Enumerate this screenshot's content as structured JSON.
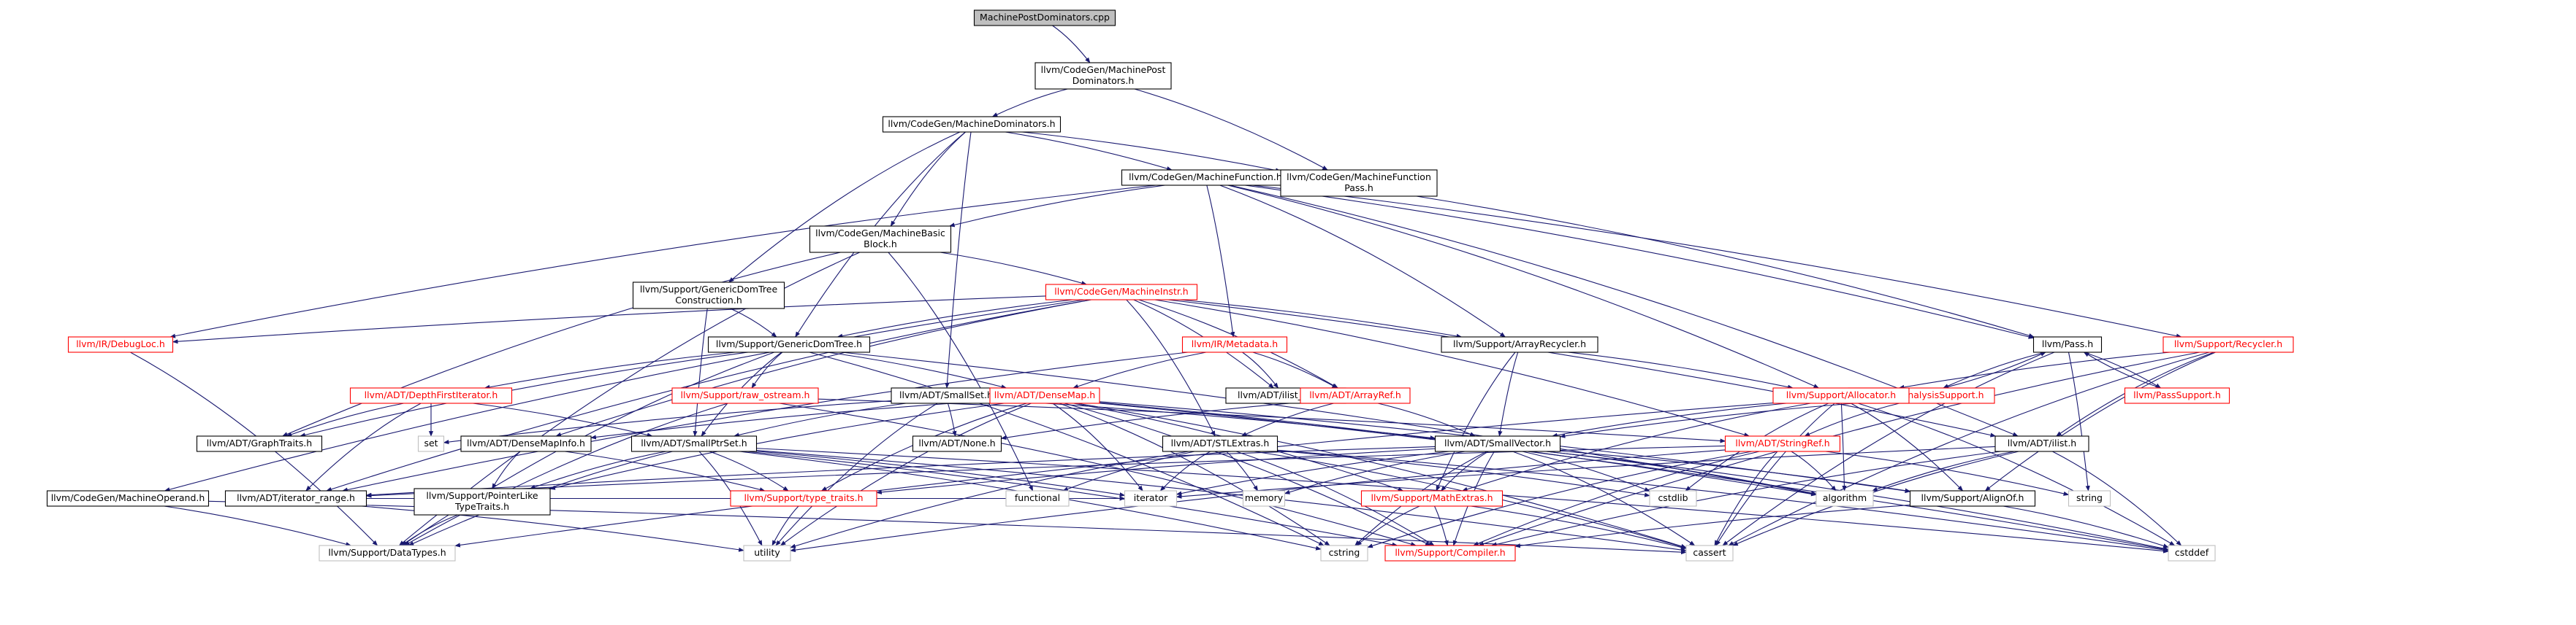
{
  "colors": {
    "normal_border": "#000000",
    "missing_border": "#ff0000",
    "normal_text": "#000000",
    "missing_text": "#ff0000",
    "root_fill": "#bfbfbf",
    "node_fill": "#ffffff",
    "edge": "#191970",
    "system_border": "#bfbfbf"
  },
  "nodes": [
    {
      "id": "root",
      "lines": [
        "MachinePostDominators.cpp"
      ],
      "kind": "root"
    },
    {
      "id": "mpd",
      "lines": [
        "llvm/CodeGen/MachinePost",
        "Dominators.h"
      ],
      "kind": "normal"
    },
    {
      "id": "md",
      "lines": [
        "llvm/CodeGen/MachineDominators.h"
      ],
      "kind": "normal"
    },
    {
      "id": "mf",
      "lines": [
        "llvm/CodeGen/MachineFunction.h"
      ],
      "kind": "normal"
    },
    {
      "id": "mfp",
      "lines": [
        "llvm/CodeGen/MachineFunction",
        "Pass.h"
      ],
      "kind": "normal"
    },
    {
      "id": "mbb",
      "lines": [
        "llvm/CodeGen/MachineBasic",
        "Block.h"
      ],
      "kind": "normal"
    },
    {
      "id": "gdtc",
      "lines": [
        "llvm/Support/GenericDomTree",
        "Construction.h"
      ],
      "kind": "normal"
    },
    {
      "id": "mi",
      "lines": [
        "llvm/CodeGen/MachineInstr.h"
      ],
      "kind": "missing"
    },
    {
      "id": "pass",
      "lines": [
        "llvm/Pass.h"
      ],
      "kind": "normal"
    },
    {
      "id": "recycler",
      "lines": [
        "llvm/Support/Recycler.h"
      ],
      "kind": "missing"
    },
    {
      "id": "debugloc",
      "lines": [
        "llvm/IR/DebugLoc.h"
      ],
      "kind": "missing"
    },
    {
      "id": "gdt",
      "lines": [
        "llvm/Support/GenericDomTree.h"
      ],
      "kind": "normal"
    },
    {
      "id": "metadata",
      "lines": [
        "llvm/IR/Metadata.h"
      ],
      "kind": "missing"
    },
    {
      "id": "arrayrecycler",
      "lines": [
        "llvm/Support/ArrayRecycler.h"
      ],
      "kind": "normal"
    },
    {
      "id": "pas",
      "lines": [
        "llvm/PassAnalysisSupport.h"
      ],
      "kind": "missing"
    },
    {
      "id": "passsupport",
      "lines": [
        "llvm/PassSupport.h"
      ],
      "kind": "missing"
    },
    {
      "id": "dfi",
      "lines": [
        "llvm/ADT/DepthFirstIterator.h"
      ],
      "kind": "missing"
    },
    {
      "id": "rawos",
      "lines": [
        "llvm/Support/raw_ostream.h"
      ],
      "kind": "missing"
    },
    {
      "id": "smallset",
      "lines": [
        "llvm/ADT/SmallSet.h"
      ],
      "kind": "normal"
    },
    {
      "id": "densemap",
      "lines": [
        "llvm/ADT/DenseMap.h"
      ],
      "kind": "missing"
    },
    {
      "id": "ilistnode",
      "lines": [
        "llvm/ADT/ilist_node.h"
      ],
      "kind": "normal"
    },
    {
      "id": "arrayref",
      "lines": [
        "llvm/ADT/ArrayRef.h"
      ],
      "kind": "missing"
    },
    {
      "id": "allocator",
      "lines": [
        "llvm/Support/Allocator.h"
      ],
      "kind": "missing"
    },
    {
      "id": "graphtraits",
      "lines": [
        "llvm/ADT/GraphTraits.h"
      ],
      "kind": "normal"
    },
    {
      "id": "set",
      "lines": [
        "set"
      ],
      "kind": "system"
    },
    {
      "id": "smallptrset",
      "lines": [
        "llvm/ADT/SmallPtrSet.h"
      ],
      "kind": "normal"
    },
    {
      "id": "densemapinfo",
      "lines": [
        "llvm/ADT/DenseMapInfo.h"
      ],
      "kind": "normal"
    },
    {
      "id": "none",
      "lines": [
        "llvm/ADT/None.h"
      ],
      "kind": "normal"
    },
    {
      "id": "stlextras",
      "lines": [
        "llvm/ADT/STLExtras.h"
      ],
      "kind": "normal"
    },
    {
      "id": "smallvector",
      "lines": [
        "llvm/ADT/SmallVector.h"
      ],
      "kind": "normal"
    },
    {
      "id": "stringref",
      "lines": [
        "llvm/ADT/StringRef.h"
      ],
      "kind": "missing"
    },
    {
      "id": "ilist",
      "lines": [
        "llvm/ADT/ilist.h"
      ],
      "kind": "normal"
    },
    {
      "id": "mo",
      "lines": [
        "llvm/CodeGen/MachineOperand.h"
      ],
      "kind": "normal"
    },
    {
      "id": "iterrange",
      "lines": [
        "llvm/ADT/iterator_range.h"
      ],
      "kind": "normal"
    },
    {
      "id": "plt",
      "lines": [
        "llvm/Support/PointerLike",
        "TypeTraits.h"
      ],
      "kind": "normal"
    },
    {
      "id": "typetraits",
      "lines": [
        "llvm/Support/type_traits.h"
      ],
      "kind": "missing"
    },
    {
      "id": "functional",
      "lines": [
        "functional"
      ],
      "kind": "system"
    },
    {
      "id": "iterator",
      "lines": [
        "iterator"
      ],
      "kind": "system"
    },
    {
      "id": "memory",
      "lines": [
        "memory"
      ],
      "kind": "system"
    },
    {
      "id": "cstdlib",
      "lines": [
        "cstdlib"
      ],
      "kind": "system"
    },
    {
      "id": "mathextras",
      "lines": [
        "llvm/Support/MathExtras.h"
      ],
      "kind": "missing"
    },
    {
      "id": "algorithm",
      "lines": [
        "algorithm"
      ],
      "kind": "system"
    },
    {
      "id": "string",
      "lines": [
        "string"
      ],
      "kind": "system"
    },
    {
      "id": "alignof",
      "lines": [
        "llvm/Support/AlignOf.h"
      ],
      "kind": "normal"
    },
    {
      "id": "datatypes",
      "lines": [
        "llvm/Support/DataTypes.h"
      ],
      "kind": "system"
    },
    {
      "id": "utility",
      "lines": [
        "utility"
      ],
      "kind": "system"
    },
    {
      "id": "cstring",
      "lines": [
        "cstring"
      ],
      "kind": "system"
    },
    {
      "id": "compiler",
      "lines": [
        "llvm/Support/Compiler.h"
      ],
      "kind": "missing"
    },
    {
      "id": "cassert",
      "lines": [
        "cassert"
      ],
      "kind": "system"
    },
    {
      "id": "cstddef",
      "lines": [
        "cstddef"
      ],
      "kind": "system"
    }
  ],
  "edges": [
    [
      "root",
      "mpd"
    ],
    [
      "mpd",
      "md"
    ],
    [
      "mpd",
      "mfp"
    ],
    [
      "md",
      "mf"
    ],
    [
      "md",
      "mfp"
    ],
    [
      "md",
      "mbb"
    ],
    [
      "md",
      "gdtc"
    ],
    [
      "md",
      "gdt"
    ],
    [
      "md",
      "smallset"
    ],
    [
      "mf",
      "mbb"
    ],
    [
      "mf",
      "pass"
    ],
    [
      "mf",
      "recycler"
    ],
    [
      "mf",
      "metadata"
    ],
    [
      "mf",
      "arrayrecycler"
    ],
    [
      "mf",
      "allocator"
    ],
    [
      "mf",
      "ilist"
    ],
    [
      "mf",
      "debugloc"
    ],
    [
      "mfp",
      "pass"
    ],
    [
      "mbb",
      "mi"
    ],
    [
      "mbb",
      "graphtraits"
    ],
    [
      "mbb",
      "functional"
    ],
    [
      "mbb",
      "datatypes"
    ],
    [
      "gdtc",
      "gdt"
    ],
    [
      "gdtc",
      "smallptrset"
    ],
    [
      "mi",
      "debugloc"
    ],
    [
      "mi",
      "arrayrecycler"
    ],
    [
      "mi",
      "arrayref"
    ],
    [
      "mi",
      "ilistnode"
    ],
    [
      "mi",
      "densemapinfo"
    ],
    [
      "mi",
      "stlextras"
    ],
    [
      "mi",
      "mo"
    ],
    [
      "mi",
      "iterrange"
    ],
    [
      "mi",
      "stringref"
    ],
    [
      "mi",
      "ilist"
    ],
    [
      "mi",
      "gdt"
    ],
    [
      "pass",
      "pas"
    ],
    [
      "pass",
      "passsupport"
    ],
    [
      "pass",
      "string"
    ],
    [
      "pass",
      "cassert"
    ],
    [
      "pas",
      "pass"
    ],
    [
      "passsupport",
      "pass"
    ],
    [
      "recycler",
      "allocator"
    ],
    [
      "recycler",
      "alignof"
    ],
    [
      "recycler",
      "compiler"
    ],
    [
      "recycler",
      "cassert"
    ],
    [
      "recycler",
      "ilist"
    ],
    [
      "debugloc",
      "datatypes"
    ],
    [
      "gdt",
      "dfi"
    ],
    [
      "gdt",
      "rawos"
    ],
    [
      "gdt",
      "densemap"
    ],
    [
      "gdt",
      "smallptrset"
    ],
    [
      "gdt",
      "graphtraits"
    ],
    [
      "gdt",
      "algorithm"
    ],
    [
      "gdt",
      "datatypes"
    ],
    [
      "gdt",
      "cstring"
    ],
    [
      "metadata",
      "densemap"
    ],
    [
      "metadata",
      "arrayref"
    ],
    [
      "metadata",
      "ilistnode"
    ],
    [
      "metadata",
      "iterrange"
    ],
    [
      "arrayrecycler",
      "smallvector"
    ],
    [
      "arrayrecycler",
      "allocator"
    ],
    [
      "arrayrecycler",
      "mathextras"
    ],
    [
      "pas",
      "smallvector"
    ],
    [
      "pas",
      "stringref"
    ],
    [
      "pas",
      "allocator"
    ],
    [
      "allocator",
      "smallvector"
    ],
    [
      "allocator",
      "alignof"
    ],
    [
      "allocator",
      "mathextras"
    ],
    [
      "allocator",
      "datatypes"
    ],
    [
      "allocator",
      "algorithm"
    ],
    [
      "allocator",
      "cassert"
    ],
    [
      "allocator",
      "cstddef"
    ],
    [
      "allocator",
      "cstdlib"
    ],
    [
      "dfi",
      "graphtraits"
    ],
    [
      "dfi",
      "smallptrset"
    ],
    [
      "dfi",
      "set"
    ],
    [
      "dfi",
      "iterrange"
    ],
    [
      "rawos",
      "stringref"
    ],
    [
      "rawos",
      "datatypes"
    ],
    [
      "rawos",
      "compiler"
    ],
    [
      "smallset",
      "smallptrset"
    ],
    [
      "smallset",
      "smallvector"
    ],
    [
      "smallset",
      "none"
    ],
    [
      "smallset",
      "set"
    ],
    [
      "smallset",
      "utility"
    ],
    [
      "densemap",
      "densemapinfo"
    ],
    [
      "densemap",
      "mathextras"
    ],
    [
      "densemap",
      "alignof"
    ],
    [
      "densemap",
      "typetraits"
    ],
    [
      "densemap",
      "algorithm"
    ],
    [
      "densemap",
      "iterator"
    ],
    [
      "densemap",
      "utility"
    ],
    [
      "densemap",
      "cstddef"
    ],
    [
      "densemap",
      "cassert"
    ],
    [
      "densemap",
      "cstring"
    ],
    [
      "densemap",
      "compiler"
    ],
    [
      "densemap",
      "plt"
    ],
    [
      "arrayref",
      "none"
    ],
    [
      "arrayref",
      "smallvector"
    ],
    [
      "arrayref",
      "stlextras"
    ],
    [
      "arrayref",
      "vector"
    ],
    [
      "smallptrset",
      "plt"
    ],
    [
      "smallptrset",
      "compiler"
    ],
    [
      "smallptrset",
      "datatypes"
    ],
    [
      "smallptrset",
      "iterator"
    ],
    [
      "smallptrset",
      "utility"
    ],
    [
      "smallptrset",
      "cassert"
    ],
    [
      "smallptrset",
      "cstddef"
    ],
    [
      "smallptrset",
      "cstring"
    ],
    [
      "smallptrset",
      "typetraits"
    ],
    [
      "densemapinfo",
      "plt"
    ],
    [
      "densemapinfo",
      "typetraits"
    ],
    [
      "stlextras",
      "compiler"
    ],
    [
      "stlextras",
      "functional"
    ],
    [
      "stlextras",
      "iterator"
    ],
    [
      "stlextras",
      "memory"
    ],
    [
      "stlextras",
      "utility"
    ],
    [
      "stlextras",
      "cstddef"
    ],
    [
      "stlextras",
      "cstdlib"
    ],
    [
      "stlextras",
      "cassert"
    ],
    [
      "smallvector",
      "alignof"
    ],
    [
      "smallvector",
      "compiler"
    ],
    [
      "smallvector",
      "mathextras"
    ],
    [
      "smallvector",
      "typetraits"
    ],
    [
      "smallvector",
      "algorithm"
    ],
    [
      "smallvector",
      "cassert"
    ],
    [
      "smallvector",
      "cstddef"
    ],
    [
      "smallvector",
      "cstdlib"
    ],
    [
      "smallvector",
      "cstring"
    ],
    [
      "smallvector",
      "iterator"
    ],
    [
      "smallvector",
      "memory"
    ],
    [
      "smallvector",
      "iterrange"
    ],
    [
      "stringref",
      "iterrange"
    ],
    [
      "stringref",
      "compiler"
    ],
    [
      "stringref",
      "algorithm"
    ],
    [
      "stringref",
      "cassert"
    ],
    [
      "stringref",
      "cstring"
    ],
    [
      "stringref",
      "string"
    ],
    [
      "stringref",
      "utility"
    ],
    [
      "ilist",
      "compiler"
    ],
    [
      "ilist",
      "algorithm"
    ],
    [
      "ilist",
      "cassert"
    ],
    [
      "ilist",
      "cstddef"
    ],
    [
      "ilist",
      "iterator"
    ],
    [
      "mo",
      "datatypes"
    ],
    [
      "mo",
      "cassert"
    ],
    [
      "iterrange",
      "utility"
    ],
    [
      "iterrange",
      "iterator"
    ],
    [
      "plt",
      "datatypes"
    ],
    [
      "typetraits",
      "utility"
    ],
    [
      "mathextras",
      "compiler"
    ],
    [
      "mathextras",
      "cassert"
    ],
    [
      "mathextras",
      "cstring"
    ],
    [
      "alignof",
      "compiler"
    ],
    [
      "alignof",
      "cstddef"
    ]
  ]
}
